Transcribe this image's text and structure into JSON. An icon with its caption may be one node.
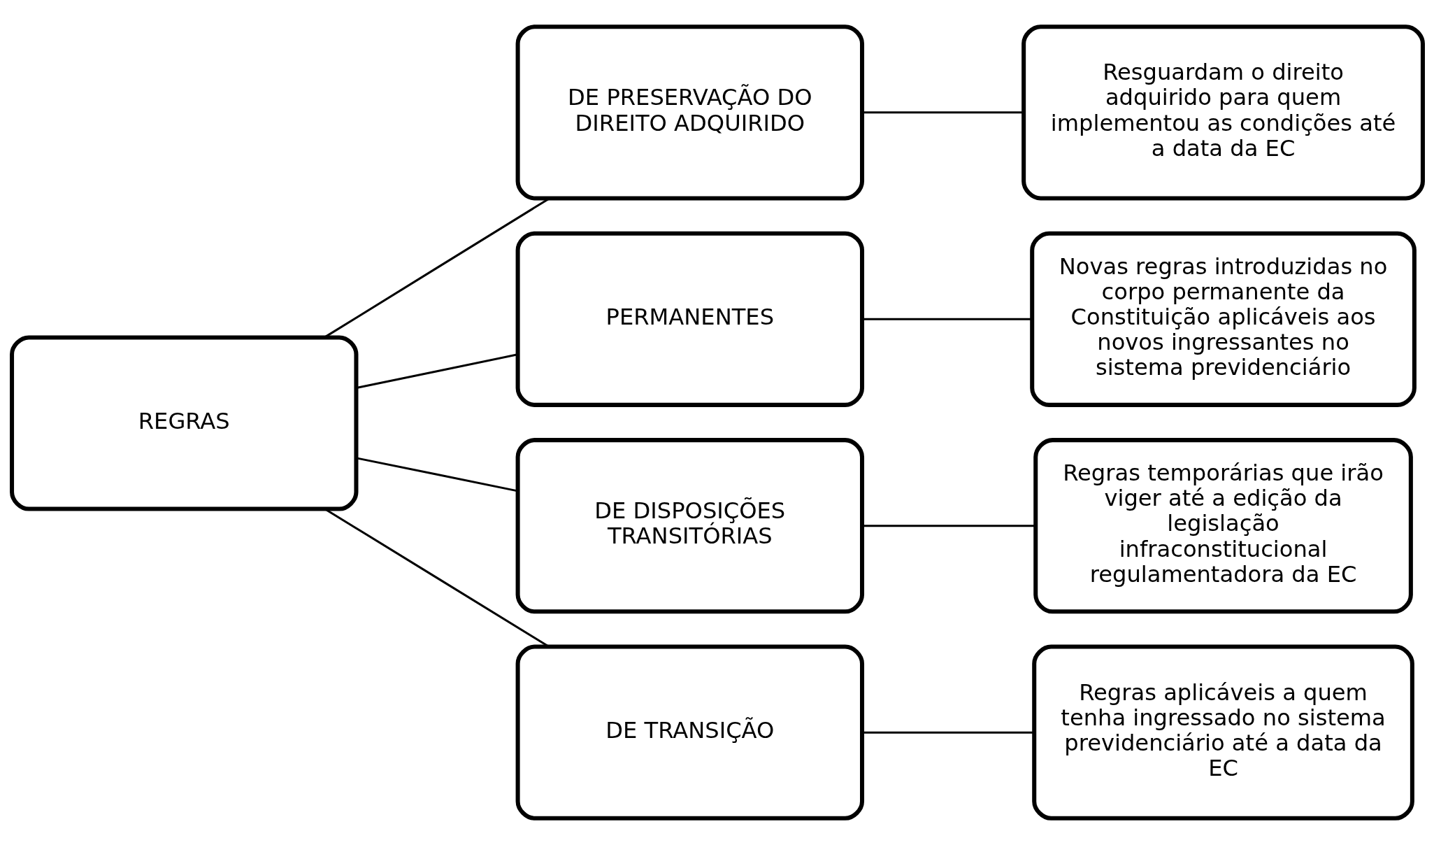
{
  "diagram": {
    "nodes": [
      {
        "text": [
          "REGRAS"
        ]
      },
      {
        "text": [
          "DE PRESERVAÇÃO DO DIREITO ADQUIRIDO"
        ]
      },
      {
        "text": [
          "PERMANENTES"
        ]
      },
      {
        "text": [
          "DE DISPOSIÇÕES TRANSITÓRIAS"
        ]
      },
      {
        "text": [
          "DE TRANSIÇÃO"
        ]
      },
      {
        "text": [
          "Resguardam o direito adquirido para quem implementou as condições até a data da EC"
        ]
      },
      {
        "text": [
          "Novas regras introduzidas no corpo permanente da Constituição aplicáveis aos novos ingressantes no sistema previdenciário"
        ]
      },
      {
        "text": [
          "Regras temporárias que irão viger até a edição da legislação infraconstitucional regulamentadora da EC"
        ]
      },
      {
        "text": [
          "Regras aplicáveis a quem tenha ingressado no sistema previdenciário até a data da EC"
        ]
      }
    ],
    "edges": [
      {
        "from": 0,
        "to": 1,
        "arrow": "none"
      },
      {
        "from": 0,
        "to": 2,
        "arrow": "none"
      },
      {
        "from": 0,
        "to": 3,
        "arrow": "none"
      },
      {
        "from": 0,
        "to": 4,
        "arrow": "none"
      },
      {
        "from": 1,
        "to": 5,
        "arrow": "none"
      },
      {
        "from": 2,
        "to": 6,
        "arrow": "none"
      },
      {
        "from": 3,
        "to": 7,
        "arrow": "none"
      },
      {
        "from": 4,
        "to": 8,
        "arrow": "none"
      }
    ]
  }
}
